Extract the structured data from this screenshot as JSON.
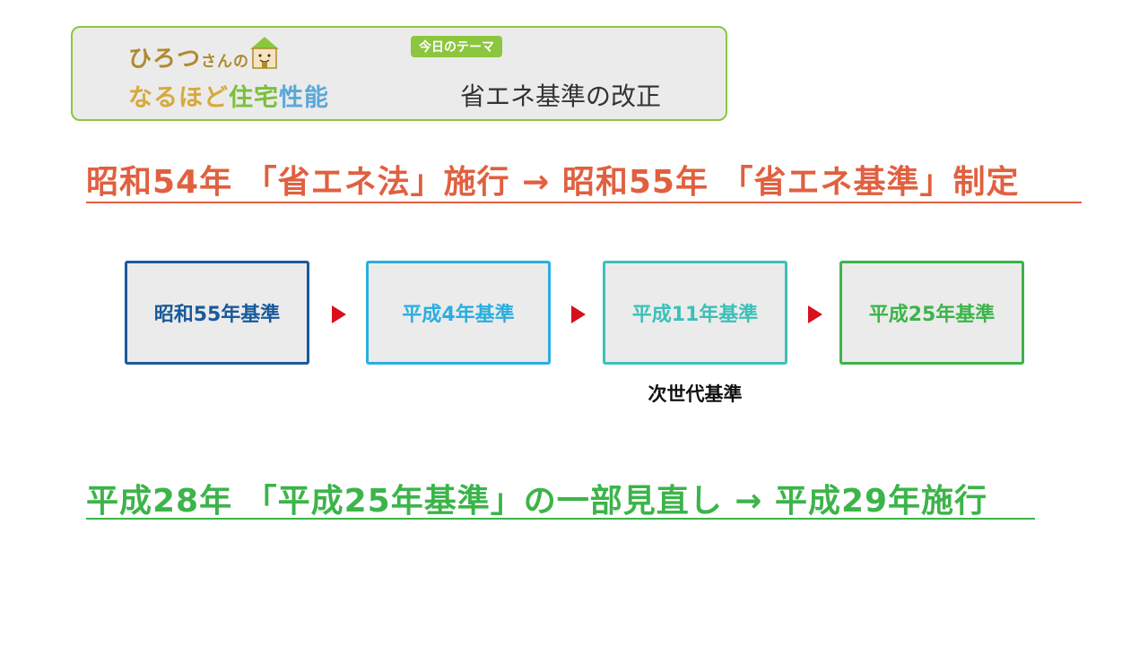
{
  "banner": {
    "logo_line1_main": "ひろつ",
    "logo_line1_small": "さんの",
    "logo_line2_a": "なるほど",
    "logo_line2_b": "住宅",
    "logo_line2_c": "性能",
    "theme_badge": "今日のテーマ",
    "theme_title": "省エネ基準の改正"
  },
  "headline_top": "昭和54年 「省エネ法」施行 → 昭和55年 「省エネ基準」制定",
  "standards": [
    {
      "label": "昭和55年基準",
      "color": "#1a5a9a"
    },
    {
      "label": "平成4年基準",
      "color": "#2aaee0"
    },
    {
      "label": "平成11年基準",
      "color": "#3cc0b8"
    },
    {
      "label": "平成25年基準",
      "color": "#3cb44a"
    }
  ],
  "standard_note": "次世代基準",
  "headline_bottom": "平成28年 「平成25年基準」の一部見直し → 平成29年施行",
  "colors": {
    "accent_orange": "#e0603f",
    "accent_green": "#3cb44a",
    "arrow_red": "#d8101c",
    "banner_border": "#8cc63f"
  },
  "icons": {
    "logo_mascot": "house-mascot-icon",
    "flow_arrow": "triangle-right-icon"
  }
}
